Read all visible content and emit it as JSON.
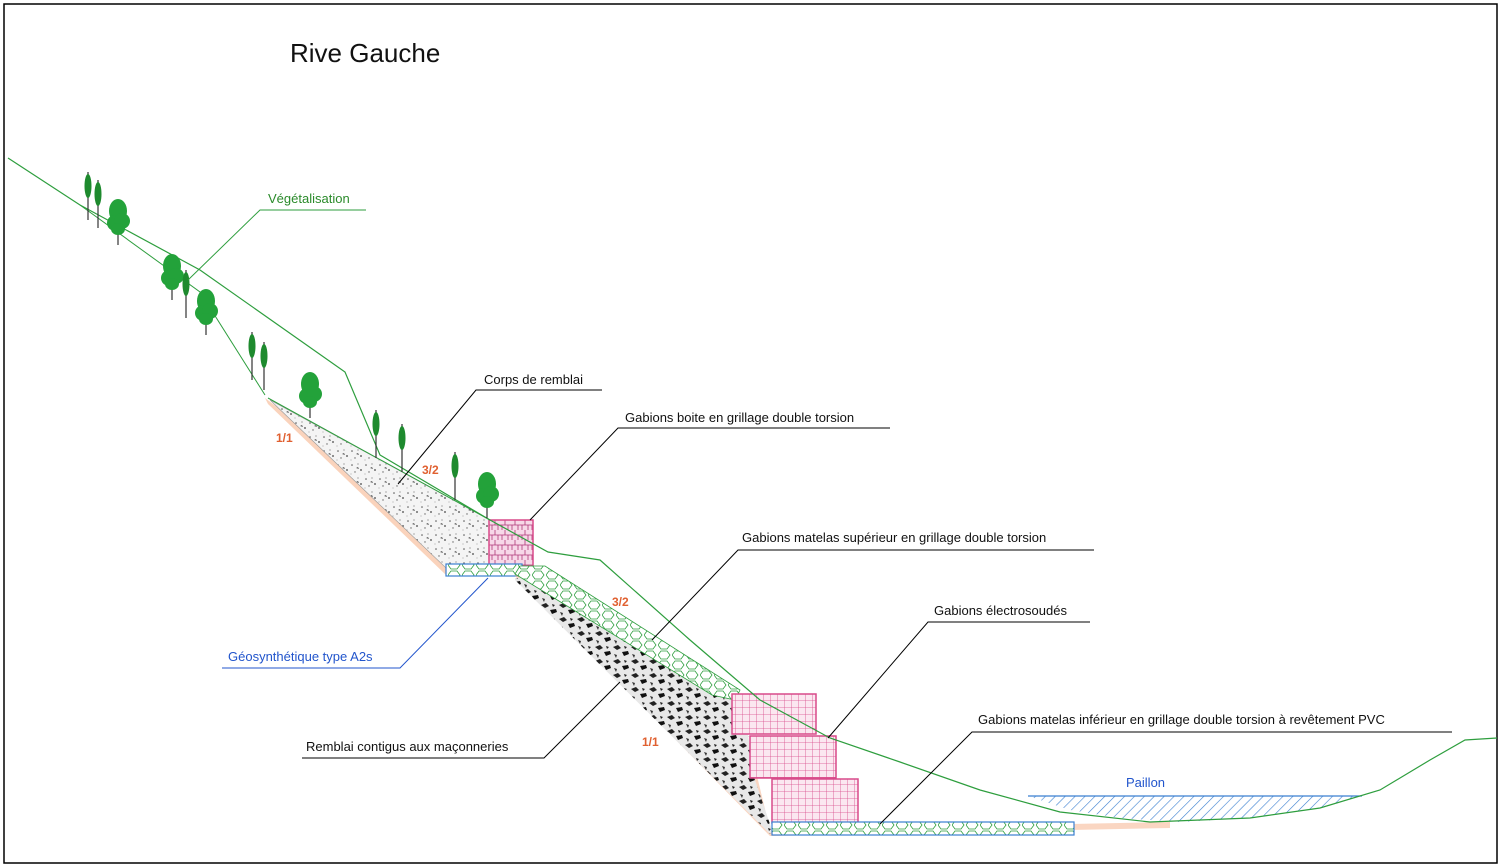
{
  "title": "Rive Gauche",
  "labels": {
    "vegetalisation": "Végétalisation",
    "corps_remblai": "Corps de remblai",
    "gabions_boite": "Gabions boite en grillage double torsion",
    "gabions_matelas_sup": "Gabions matelas supérieur en grillage double torsion",
    "gabions_electrosoudes": "Gabions électrosoudés",
    "gabions_matelas_inf": "Gabions matelas inférieur en grillage double torsion à revêtement PVC",
    "geosynthetique": "Géosynthétique type A2s",
    "remblai_contigus": "Remblai contigus aux maçonneries",
    "paillon": "Paillon"
  },
  "ratios": {
    "r1": "1/1",
    "r2": "3/2",
    "r3": "3/2",
    "r4": "1/1"
  },
  "colors": {
    "vegetation_line": "#2e9e3e",
    "veg_label": "#2a8a2a",
    "water": "#3a7fd0",
    "geo_label": "#2255cc",
    "gabion_pink": "#d84a8a",
    "fill_orange": "#f2a070",
    "ratio_text": "#e06030",
    "leader_black": "#000000",
    "frame": "#000000"
  }
}
